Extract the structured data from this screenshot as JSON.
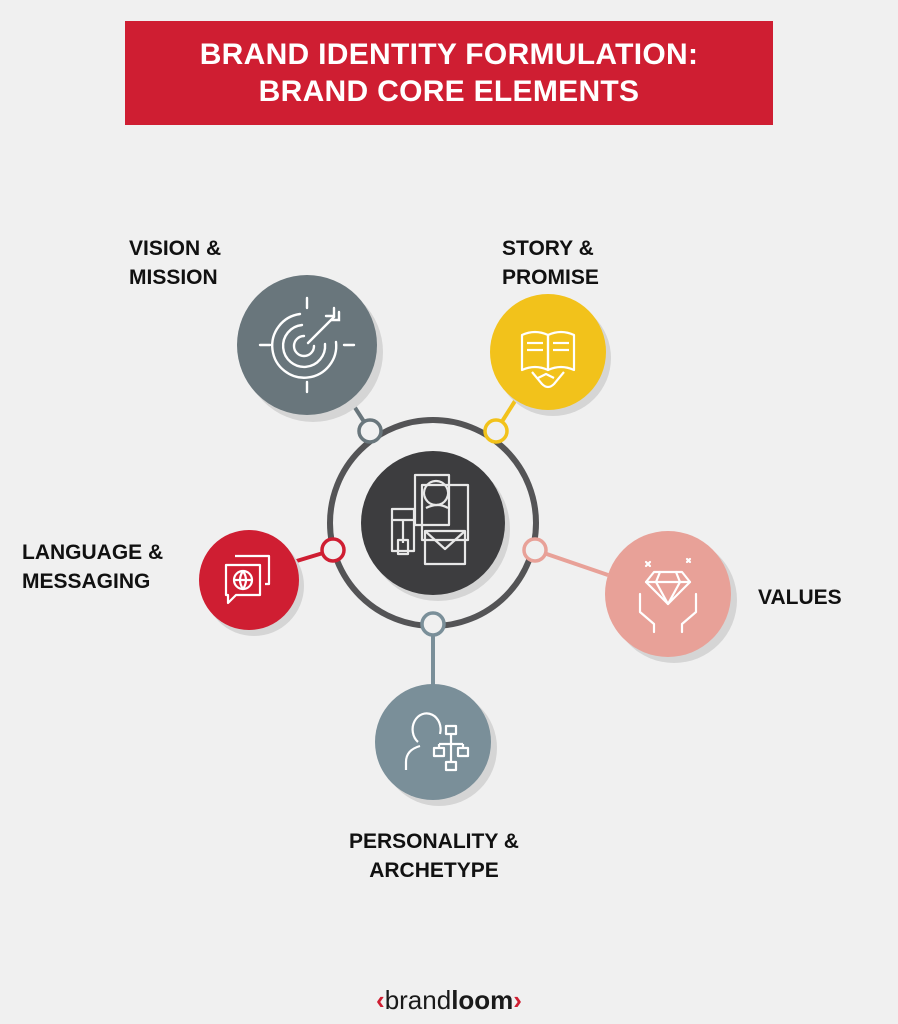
{
  "title": {
    "line1": "BRAND IDENTITY FORMULATION:",
    "line2": "BRAND CORE ELEMENTS"
  },
  "colors": {
    "banner": "#cf1e32",
    "background": "#f0f0f0",
    "center": "#3d3d3f",
    "ring": "#545456",
    "vision": "#69767c",
    "story": "#f2c21b",
    "language": "#cf1e32",
    "values": "#e8a198",
    "personality": "#7a8f99"
  },
  "elements": {
    "vision": {
      "line1": "VISION &",
      "line2": "MISSION",
      "icon": "target-arrow-icon"
    },
    "story": {
      "line1": "STORY &",
      "line2": "PROMISE",
      "icon": "book-handshake-icon"
    },
    "language": {
      "line1": "LANGUAGE &",
      "line2": "MESSAGING",
      "icon": "chat-globe-icon"
    },
    "values": {
      "line1": "VALUES",
      "icon": "diamond-hands-icon"
    },
    "personality": {
      "line1": "PERSONALITY &",
      "line2": "ARCHETYPE",
      "icon": "person-chart-icon"
    }
  },
  "center": {
    "icon": "brand-stationery-icon"
  },
  "footer": {
    "left_bracket": "‹",
    "word1": "brand",
    "word2": "loom",
    "right_bracket": "›"
  }
}
